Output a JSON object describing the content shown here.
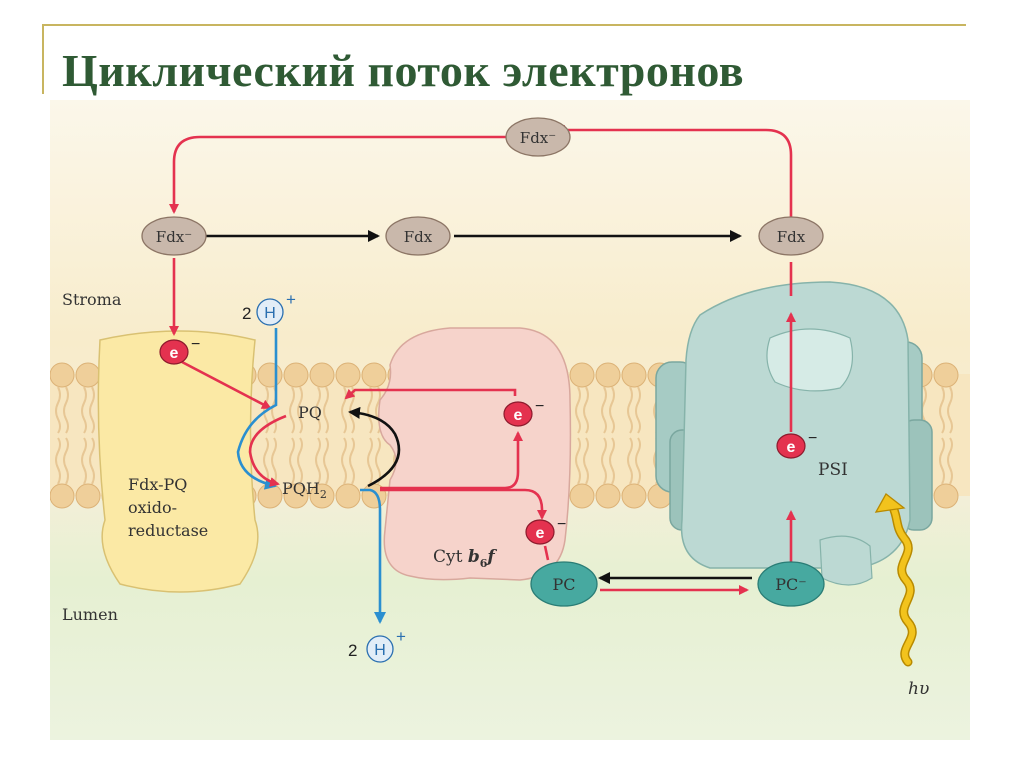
{
  "title": "Циклический поток электронов",
  "regions": {
    "stroma": "Stroma",
    "lumen": "Lumen"
  },
  "ferredoxin": {
    "top": "Fdx⁻",
    "left_reduced": "Fdx⁻",
    "middle": "Fdx",
    "right": "Fdx"
  },
  "complexes": {
    "oxidoreductase": [
      "Fdx-PQ",
      "oxido-",
      "reductase"
    ],
    "cytb6f": {
      "prefix": "Cyt ",
      "b": "b",
      "sub": "6",
      "f": "f"
    },
    "psi": "PSI"
  },
  "carriers": {
    "pq": "PQ",
    "pqh2": "PQH",
    "pqh2_sub": "2",
    "pc": "PC",
    "pc_reduced": "PC⁻"
  },
  "electron": {
    "symbol": "e",
    "charge": "−"
  },
  "protons": {
    "count": "2",
    "symbol": "H",
    "charge": "+"
  },
  "light": "hυ",
  "colors": {
    "title": "#2f5a34",
    "red_arrow": "#e4324f",
    "blue_arrow": "#2a8fd0",
    "fdx_fill": "#c9b8ab",
    "psi_fill": "#bcd9d3",
    "pc_fill": "#47a9a0",
    "oxido_fill": "#fbe9a5",
    "cyt_fill": "#f6d3cb",
    "light_fill": "#f2c31d"
  }
}
